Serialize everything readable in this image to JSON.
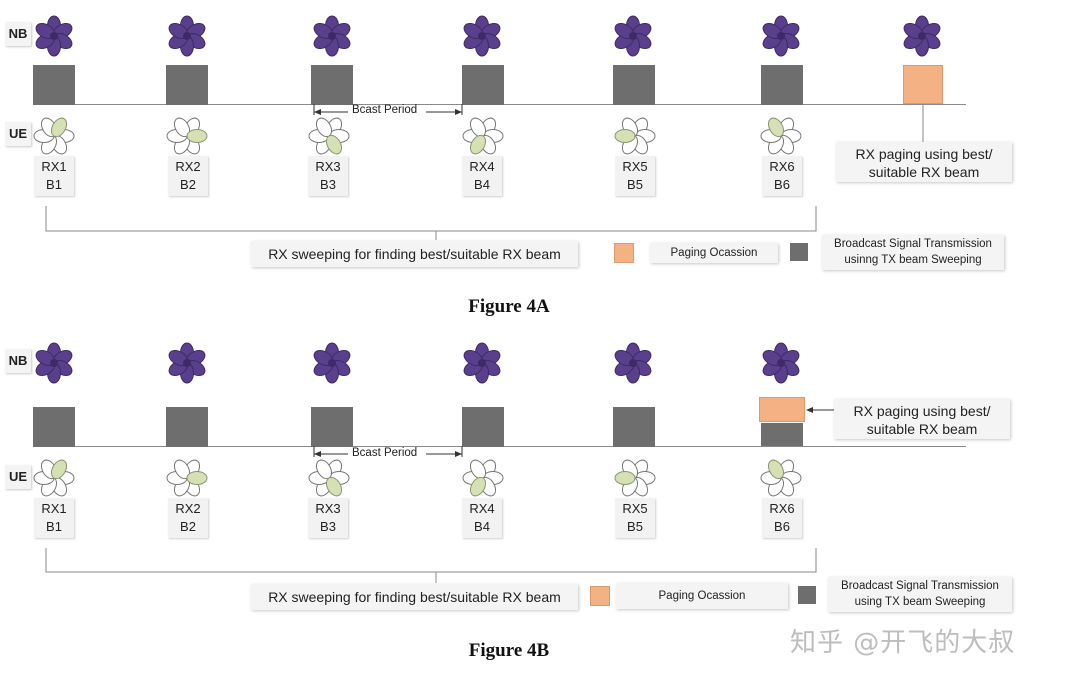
{
  "fig_a": {
    "nb_label": "NB",
    "ue_label": "UE",
    "bcast_period": "Bcast Period",
    "rx": [
      {
        "rx": "RX1",
        "b": "B1"
      },
      {
        "rx": "RX2",
        "b": "B2"
      },
      {
        "rx": "RX3",
        "b": "B3"
      },
      {
        "rx": "RX4",
        "b": "B4"
      },
      {
        "rx": "RX5",
        "b": "B5"
      },
      {
        "rx": "RX6",
        "b": "B6"
      }
    ],
    "callout_line1": "RX paging using best/",
    "callout_line2": "suitable RX beam",
    "sweep_label": "RX sweeping for finding best/suitable RX beam",
    "legend_paging": "Paging Ocassion",
    "legend_bcast_line1": "Broadcast Signal Transmission",
    "legend_bcast_line2": "usinng TX beam Sweeping",
    "title": "Figure 4A"
  },
  "fig_b": {
    "nb_label": "NB",
    "ue_label": "UE",
    "bcast_period": "Bcast Period",
    "rx": [
      {
        "rx": "RX1",
        "b": "B1"
      },
      {
        "rx": "RX2",
        "b": "B2"
      },
      {
        "rx": "RX3",
        "b": "B3"
      },
      {
        "rx": "RX4",
        "b": "B4"
      },
      {
        "rx": "RX5",
        "b": "B5"
      },
      {
        "rx": "RX6",
        "b": "B6"
      }
    ],
    "callout_line1": "RX paging using best/",
    "callout_line2": "suitable RX beam",
    "sweep_label": "RX sweeping for finding best/suitable RX beam",
    "legend_paging": "Paging Ocassion",
    "legend_bcast_line1": "Broadcast Signal Transmission",
    "legend_bcast_line2": "using TX beam Sweeping",
    "title": "Figure 4B"
  },
  "colors": {
    "nb_flower": "#5a3f8c",
    "ue_petal": "#ffffff",
    "ue_highlight": "#d5e0b5",
    "broadcast": "#6e6e6e",
    "paging": "#f4b183"
  },
  "watermark": "知乎 @开飞的大叔"
}
